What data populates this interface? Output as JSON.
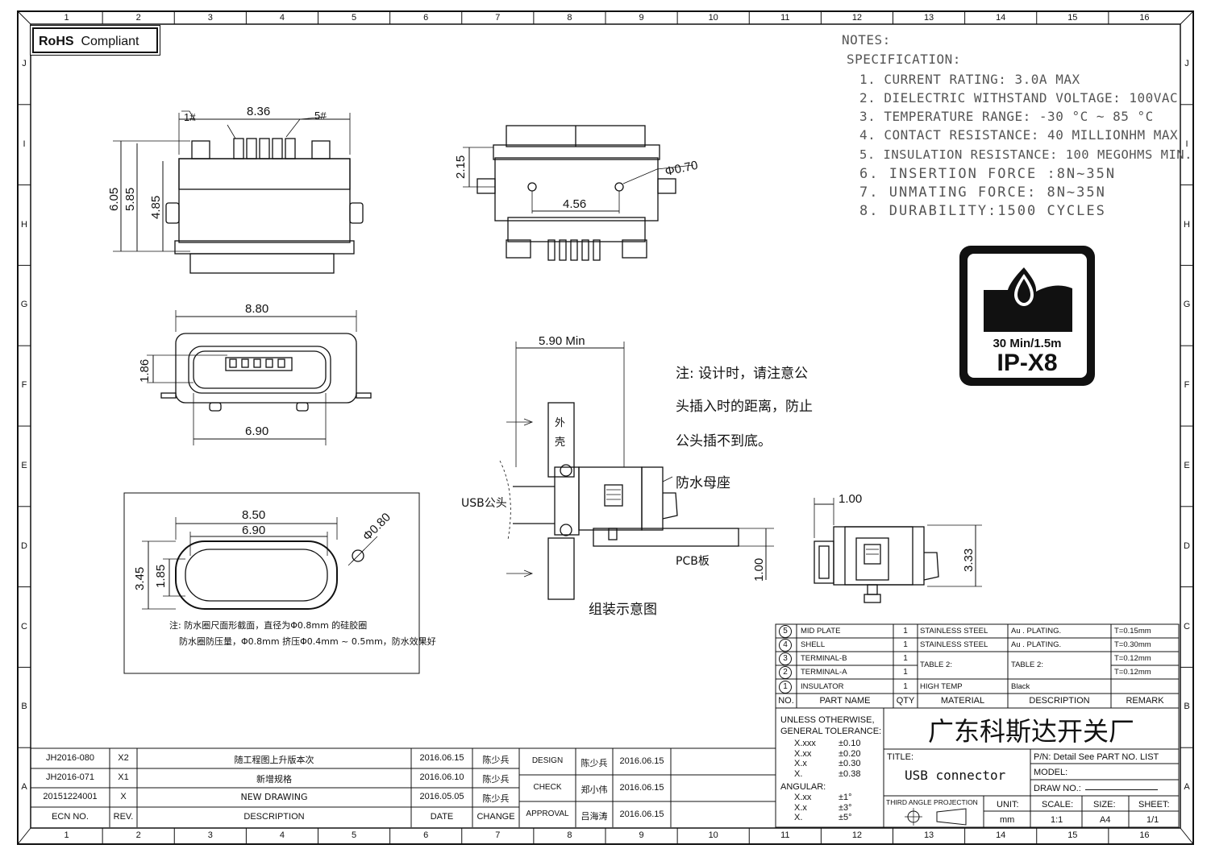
{
  "badge": {
    "rohs": "RoHS",
    "compliant": "Compliant"
  },
  "grid": {
    "columns": [
      "1",
      "2",
      "3",
      "4",
      "5",
      "6",
      "7",
      "8",
      "9",
      "10",
      "11",
      "12",
      "13",
      "14",
      "15",
      "16"
    ],
    "rows": [
      "J",
      "I",
      "H",
      "G",
      "F",
      "E",
      "D",
      "C",
      "B",
      "A"
    ]
  },
  "notes": {
    "heading": "NOTES:",
    "spec": "SPECIFICATION:",
    "items": [
      "1. CURRENT RATING: 3.0A MAX",
      "2. DIELECTRIC WITHSTAND VOLTAGE: 100VAC",
      "3. TEMPERATURE RANGE: -30 °C ~ 85 °C",
      "4. CONTACT RESISTANCE: 40 MILLIONHM MAX",
      "5. INSULATION RESISTANCE: 100 MEGOHMS MIN.",
      "6. INSERTION FORCE :8N~35N",
      "7. UNMATING FORCE: 8N~35N",
      "8. DURABILITY:1500 CYCLES"
    ]
  },
  "ip_badge": {
    "line1": "30 Min/1.5m",
    "line2": "IP-X8"
  },
  "dims": {
    "top_width": "8.36",
    "pin1": "1#",
    "pin5": "5#",
    "h605": "6.05",
    "h585": "5.85",
    "h485": "4.85",
    "side_h": "2.15",
    "side_w": "4.56",
    "hole": "Φ0.70",
    "front_w": "8.80",
    "front_h": "1.86",
    "front_inner": "6.90",
    "cut_outer": "8.50",
    "cut_inner": "6.90",
    "cut_h1": "3.45",
    "cut_h2": "1.85",
    "cut_hole": "Φ0.80",
    "asm_min": "5.90 Min",
    "asm_pcb": "1.00",
    "right_w": "1.00",
    "right_h": "3.33"
  },
  "labels": {
    "note_cn_1": "注: 设计时，请注意公",
    "note_cn_2": "头插入时的距离，防止",
    "note_cn_3": "公头插不到底。",
    "shell_1": "外",
    "shell_2": "壳",
    "waterproof": "防水母座",
    "usb": "USB公头",
    "pcb": "PCB板",
    "assembly": "组装示意图",
    "cut_note_1": "注: 防水圈尺面形截面，直径为Φ0.8mm 的硅胶圈",
    "cut_note_2": "防水圈防压量，Φ0.8mm 挤压Φ0.4mm ~ 0.5mm，防水效果好"
  },
  "bom": {
    "rows": [
      {
        "no": "5",
        "part": "MID PLATE",
        "qty": "1",
        "material": "STAINLESS STEEL",
        "desc": "Au . PLATING.",
        "remark": "T=0.15mm"
      },
      {
        "no": "4",
        "part": "SHELL",
        "qty": "1",
        "material": "STAINLESS STEEL",
        "desc": "Au . PLATING.",
        "remark": "T=0.30mm"
      },
      {
        "no": "3",
        "part": "TERMINAL-B",
        "qty": "1",
        "material": "TABLE 2:",
        "desc": "TABLE 2:",
        "remark": "T=0.12mm"
      },
      {
        "no": "2",
        "part": "TERMINAL-A",
        "qty": "1",
        "material": "",
        "desc": "",
        "remark": "T=0.12mm"
      },
      {
        "no": "1",
        "part": "INSULATOR",
        "qty": "1",
        "material": "HIGH TEMP",
        "desc": "Black",
        "remark": ""
      }
    ],
    "header": {
      "no": "NO.",
      "part": "PART NAME",
      "qty": "QTY",
      "material": "MATERIAL",
      "desc": "DESCRIPTION",
      "remark": "REMARK"
    }
  },
  "tolerance": {
    "title1": "UNLESS OTHERWISE,",
    "title2": "GENERAL TOLERANCE:",
    "lines": [
      {
        "k": "X.xxx",
        "v": "±0.10"
      },
      {
        "k": "X.xx",
        "v": "±0.20"
      },
      {
        "k": "X.x",
        "v": "±0.30"
      },
      {
        "k": "X.",
        "v": "±0.38"
      }
    ],
    "angular": "ANGULAR:",
    "ang_lines": [
      {
        "k": "X.xx",
        "v": "±1°"
      },
      {
        "k": "X.x",
        "v": "±3°"
      },
      {
        "k": "X.",
        "v": "±5°"
      }
    ]
  },
  "title_block": {
    "company": "广东科斯达开关厂",
    "title_label": "TITLE:",
    "title": "USB connector",
    "pn": "P/N: Detail See PART NO. LIST",
    "model": "MODEL:",
    "draw_no": "DRAW NO.:",
    "projection": "THIRD ANGLE PROJECTION",
    "unit_label": "UNIT:",
    "unit": "mm",
    "scale_label": "SCALE:",
    "scale": "1:1",
    "size_label": "SIZE:",
    "size": "A4",
    "sheet_label": "SHEET:",
    "sheet": "1/1"
  },
  "revisions": {
    "rows": [
      {
        "ecn": "JH2016-080",
        "rev": "X2",
        "desc": "随工程图上升版本次",
        "date": "2016.06.15",
        "change": "陈少兵"
      },
      {
        "ecn": "JH2016-071",
        "rev": "X1",
        "desc": "新增规格",
        "date": "2016.06.10",
        "change": "陈少兵"
      },
      {
        "ecn": "20151224001",
        "rev": "X",
        "desc": "NEW DRAWING",
        "date": "2016.05.05",
        "change": "陈少兵"
      }
    ],
    "header": {
      "ecn": "ECN NO.",
      "rev": "REV.",
      "desc": "DESCRIPTION",
      "date": "DATE",
      "change": "CHANGE"
    }
  },
  "approvals": [
    {
      "role": "DESIGN",
      "name": "陈少兵",
      "date": "2016.06.15"
    },
    {
      "role": "CHECK",
      "name": "郑小伟",
      "date": "2016.06.15"
    },
    {
      "role": "APPROVAL",
      "name": "吕海涛",
      "date": "2016.06.15"
    }
  ]
}
